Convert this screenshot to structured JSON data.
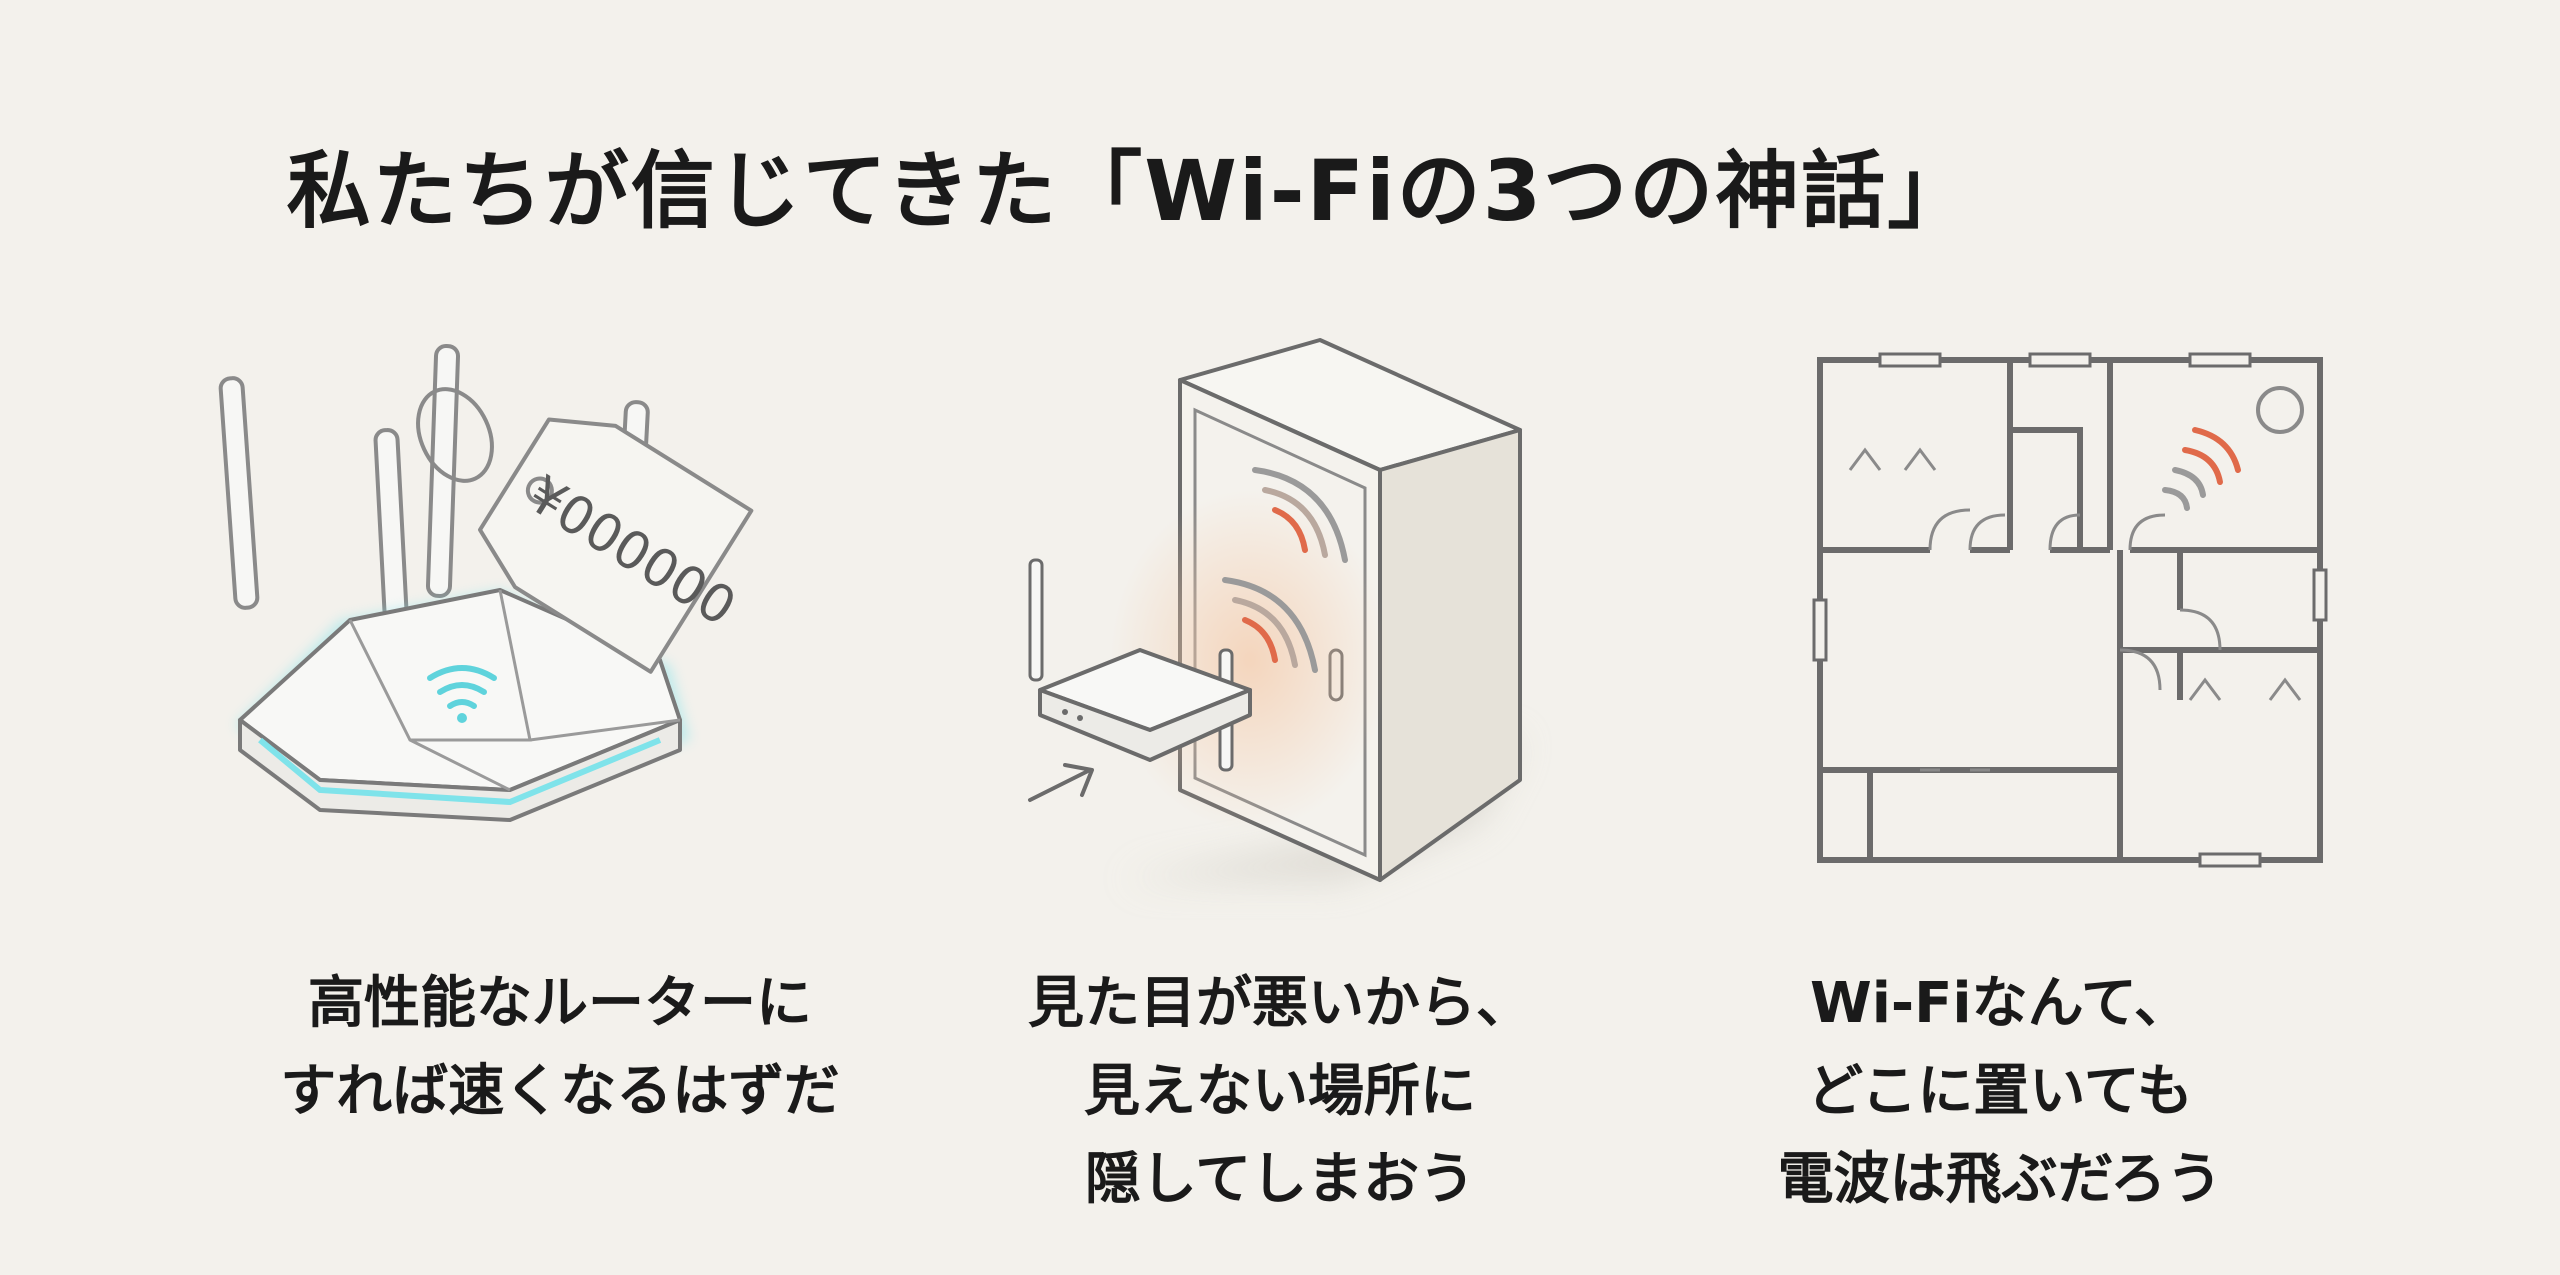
{
  "title": "私たちが信じてきた「Wi-Fiの3つの神話」",
  "myths": [
    {
      "illustration": "router-price-tag-icon",
      "price_tag": "¥000000",
      "caption": [
        "高性能なルーターに",
        "すれば速くなるはずだ"
      ]
    },
    {
      "illustration": "router-hidden-cabinet-icon",
      "caption": [
        "見た目が悪いから、",
        "見えない場所に",
        "隠してしまおう"
      ]
    },
    {
      "illustration": "floor-plan-signal-icon",
      "caption": [
        "Wi-Fiなんて、",
        "どこに置いても",
        "電波は飛ぶだろう"
      ]
    }
  ],
  "colors": {
    "line": "#6b6b6b",
    "glow": "#7fe3ea",
    "signal_hot": "#e06a4a",
    "signal_cool": "#9a9a9a",
    "background": "#f3f1ec"
  }
}
